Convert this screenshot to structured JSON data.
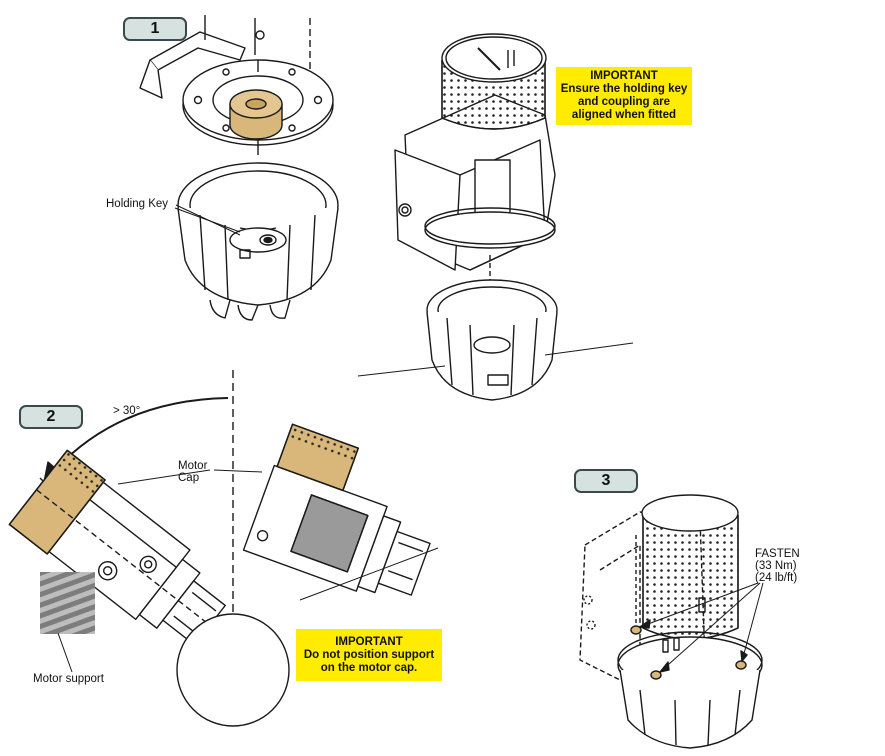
{
  "steps": {
    "one": "1",
    "two": "2",
    "three": "3"
  },
  "labels": {
    "holding_key": "Holding Key",
    "angle": "> 30°",
    "motor_cap_line1": "Motor",
    "motor_cap_line2": "Cap",
    "motor_support": "Motor support",
    "fasten": "FASTEN",
    "torque_nm": "(33 Nm)",
    "torque_lbft": "(24 lb/ft)"
  },
  "notes": {
    "top": {
      "title": "IMPORTANT",
      "line1": "Ensure the holding key",
      "line2": "and coupling are",
      "line3": "aligned when fitted"
    },
    "bottom": {
      "title": "IMPORTANT",
      "line1": "Do not position support",
      "line2": "on the motor cap."
    }
  },
  "colors": {
    "highlight": "#ffec00",
    "badge_fill": "#d6e2e0",
    "brass": "#d9b77a",
    "outline": "#1a1a1a"
  }
}
